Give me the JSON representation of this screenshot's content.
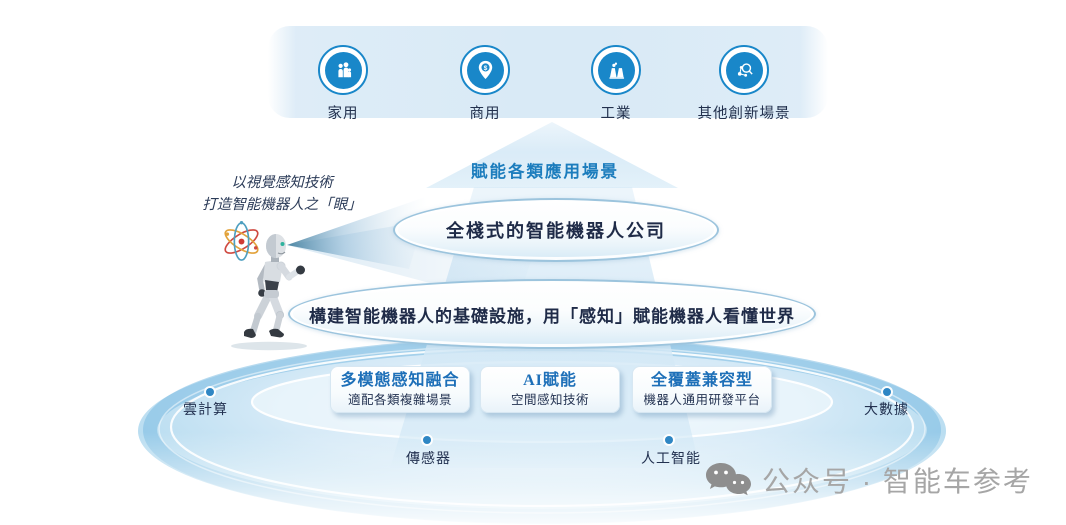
{
  "scenes": {
    "items": [
      {
        "label": "家用",
        "icon": "family-icon"
      },
      {
        "label": "商用",
        "icon": "dollar-pin-icon"
      },
      {
        "label": "工業",
        "icon": "factory-icon"
      },
      {
        "label": "其他創新場景",
        "icon": "network-search-icon"
      }
    ]
  },
  "arrow_label": "賦能各類應用場景",
  "tiers": {
    "top": "全棧式的智能機器人公司",
    "middle": "構建智能機器人的基礎設施，用「感知」賦能機器人看懂世界"
  },
  "vision_caption": {
    "line1": "以視覺感知技術",
    "line2": "打造智能機器人之「眼」"
  },
  "pillars": [
    {
      "title": "多模態感知融合",
      "subtitle": "適配各類複雜場景"
    },
    {
      "title": "AI賦能",
      "subtitle": "空間感知技術"
    },
    {
      "title": "全覆蓋兼容型",
      "subtitle": "機器人通用研發平台"
    }
  ],
  "foundation_labels": [
    {
      "text": "雲計算"
    },
    {
      "text": "大數據"
    },
    {
      "text": "傳感器"
    },
    {
      "text": "人工智能"
    }
  ],
  "watermark": {
    "text": "公众号 · 智能车参考",
    "icon": "wechat-icon"
  },
  "colors": {
    "accent_blue": "#1987c9",
    "pillar_title_blue": "#1d6fb8",
    "arrow_text_blue": "#1c7dbd",
    "navy_text": "#20304e",
    "disc_rim_blue": "#7cbce2",
    "watermark_gray": "#a6a6a6"
  }
}
